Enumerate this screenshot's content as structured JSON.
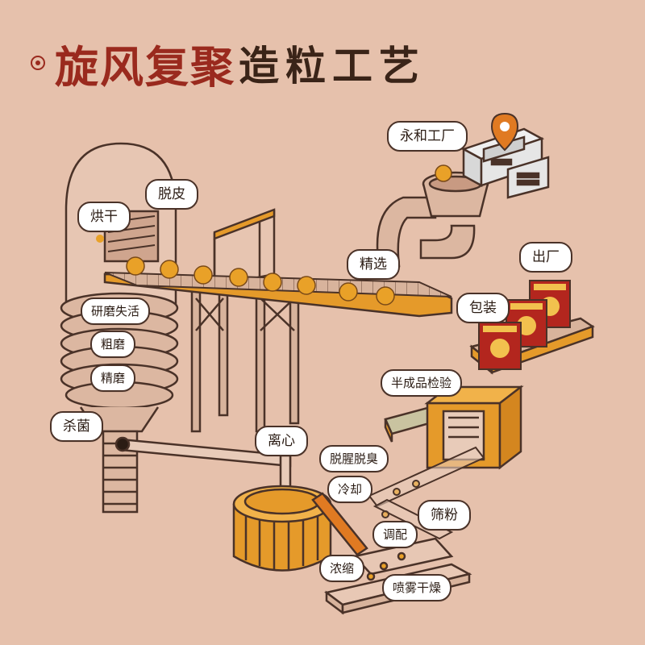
{
  "title": {
    "part_red": "旋风复聚",
    "part_dark": "造粒工艺"
  },
  "steps": {
    "factory": "永和工厂",
    "dehull": "脱皮",
    "dry": "烘干",
    "select": "精选",
    "exit": "出厂",
    "pack": "包装",
    "grind_deactivate": "研磨失活",
    "coarse_grind": "粗磨",
    "fine_grind": "精磨",
    "semi_inspect": "半成品检验",
    "sterilize": "杀菌",
    "centrifuge": "离心",
    "deodorize": "脱腥脱臭",
    "cool": "冷却",
    "sieve": "筛粉",
    "blend": "调配",
    "concentrate": "浓缩",
    "spray_dry": "喷雾干燥"
  },
  "colors": {
    "background": "#e6c1ac",
    "title_red": "#9a2a1e",
    "title_dark": "#3a2418",
    "outline": "#4a3228",
    "orange": "#e59a2a",
    "bean": "#e9a128",
    "package_red": "#b3261e"
  },
  "icons": {
    "factory": "location-pin-icon"
  }
}
